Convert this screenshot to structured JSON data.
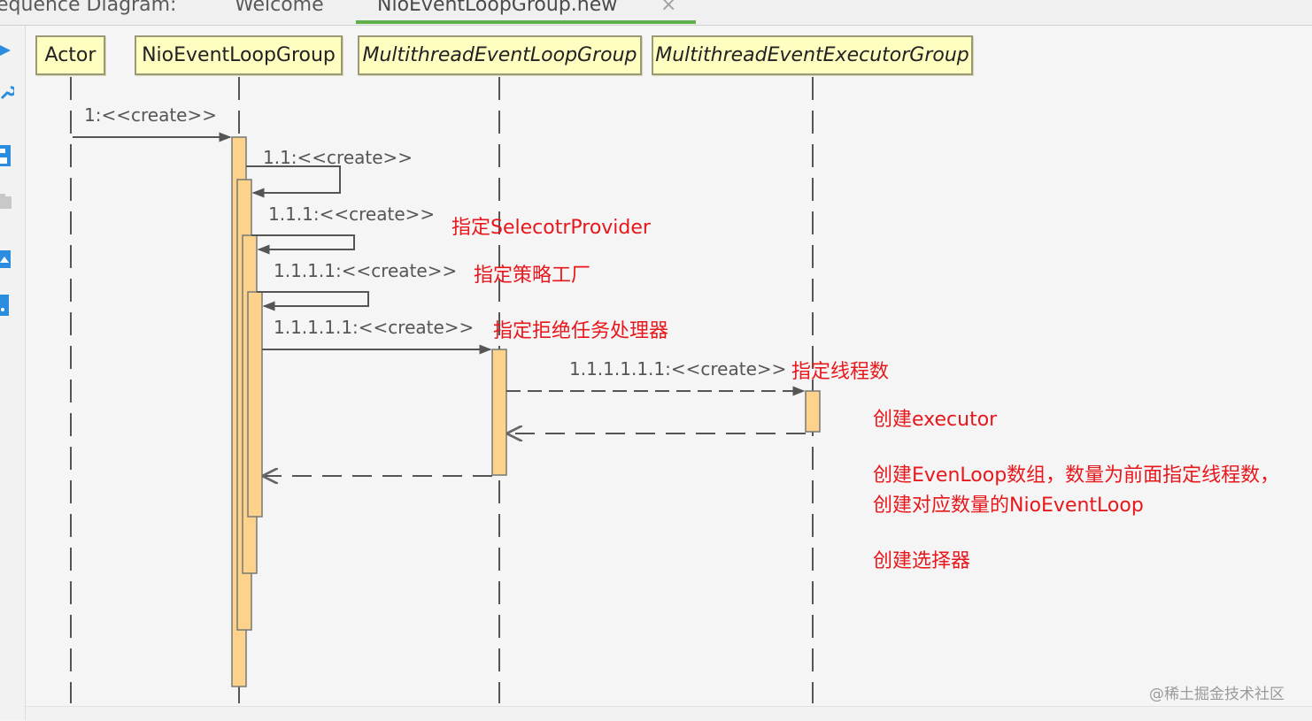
{
  "tabs": [
    {
      "label": "equence Diagram:"
    },
    {
      "label": "Welcome"
    },
    {
      "label": "NioEventLoopGroup.new",
      "active": true,
      "close": "×"
    }
  ],
  "sidebar": {
    "icons": [
      "play-icon",
      "wrench-icon",
      "save-icon",
      "folder-icon",
      "image-icon",
      "link-icon"
    ]
  },
  "participants": [
    {
      "label": "Actor",
      "italic": false
    },
    {
      "label": "NioEventLoopGroup",
      "italic": false
    },
    {
      "label": "MultithreadEventLoopGroup",
      "italic": true
    },
    {
      "label": "MultithreadEventExecutorGroup",
      "italic": true
    }
  ],
  "messages": [
    "1:<<create>>",
    "1.1:<<create>>",
    "1.1.1:<<create>>",
    "1.1.1.1:<<create>>",
    "1.1.1.1.1:<<create>>",
    "1.1.1.1.1.1:<<create>>"
  ],
  "notes": [
    "指定SelecotrProvider",
    "指定策略工厂",
    "指定拒绝任务处理器",
    "指定线程数",
    "创建executor",
    "创建EvenLoop数组，数量为前面指定线程数，",
    "创建对应数量的NioEventLoop",
    "创建选择器"
  ],
  "colors": {
    "participant_fill": "#fefec0",
    "activation_fill": "#fdd28b",
    "note_text": "#e8171c",
    "tab_active_indicator": "#5fb04a",
    "sidebar_icon": "#2a8de0"
  },
  "watermark": "@稀土掘金技术社区"
}
